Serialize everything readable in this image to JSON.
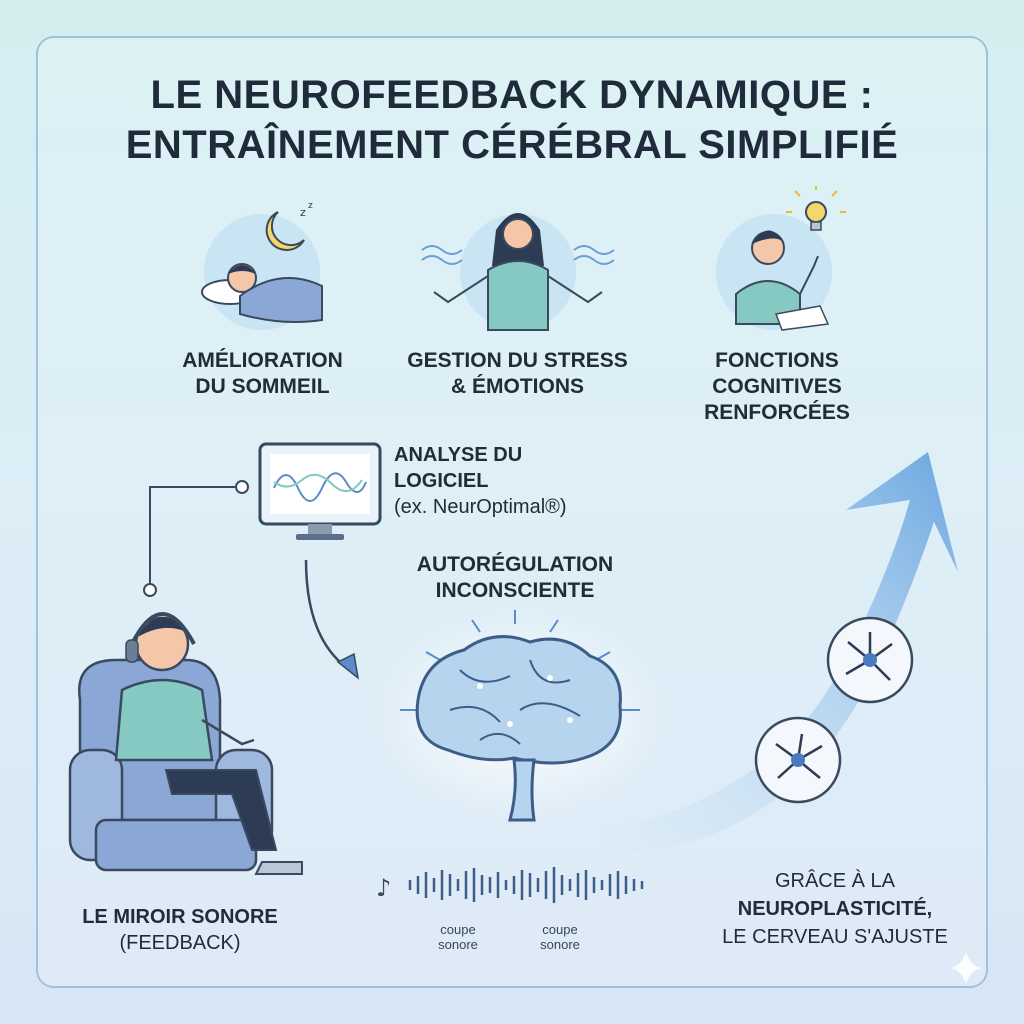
{
  "title_line1": "LE NEUROFEEDBACK DYNAMIQUE :",
  "title_line2": "ENTRAÎNEMENT CÉRÉBRAL SIMPLIFIÉ",
  "benefits": [
    {
      "line1": "AMÉLIORATION",
      "line2": "DU SOMMEIL",
      "icon": "sleeping-person-icon"
    },
    {
      "line1": "GESTION DU STRESS",
      "line2": "& ÉMOTIONS",
      "icon": "calm-person-icon"
    },
    {
      "line1": "FONCTIONS",
      "line2": "COGNITIVES",
      "line3": "RENFORCÉES",
      "icon": "thinking-person-icon"
    }
  ],
  "software": {
    "line1": "ANALYSE DU",
    "line2": "LOGICIEL",
    "line3": "(ex. NeurOptimal®)"
  },
  "autoregulation": {
    "line1": "AUTORÉGULATION",
    "line2": "INCONSCIENTE"
  },
  "mirror": {
    "line1": "LE MIROIR SONORE",
    "line2": "(FEEDBACK)"
  },
  "sound_cut_1": {
    "line1": "coupe",
    "line2": "sonore"
  },
  "sound_cut_2": {
    "line1": "coupe",
    "line2": "sonore"
  },
  "neuroplasticity": {
    "line1": "GRÂCE À LA",
    "line2": "NEUROPLASTICITÉ,",
    "line3": "LE CERVEAU S'AJUSTE"
  },
  "colors": {
    "accent_blue": "#5b9bd5",
    "navy": "#1f2b3b",
    "lightblue": "#9ec3dd"
  }
}
